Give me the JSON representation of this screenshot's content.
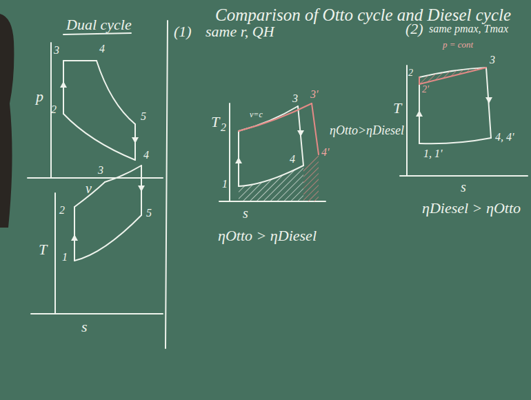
{
  "diagram": {
    "title": "Comparison of Otto cycle and Diesel cycle",
    "labels": [
      "Dual cycle",
      "p",
      "3",
      "4",
      "2",
      "5",
      "v",
      "T",
      "3",
      "4",
      "2",
      "5",
      "1",
      "s",
      "(1)",
      "same r, QH",
      "T",
      "2",
      "v=c",
      "3",
      "3'",
      "4'",
      "4",
      "1",
      "ηOtto>ηDiesel",
      "s",
      "ηOtto > ηDiesel",
      "(2)",
      "same pmax, Tmax",
      "p = cont",
      "2'",
      "2",
      "3",
      "T",
      "1, 1'",
      "4, 4'",
      "s",
      "ηDiesel > ηOtto"
    ]
  }
}
